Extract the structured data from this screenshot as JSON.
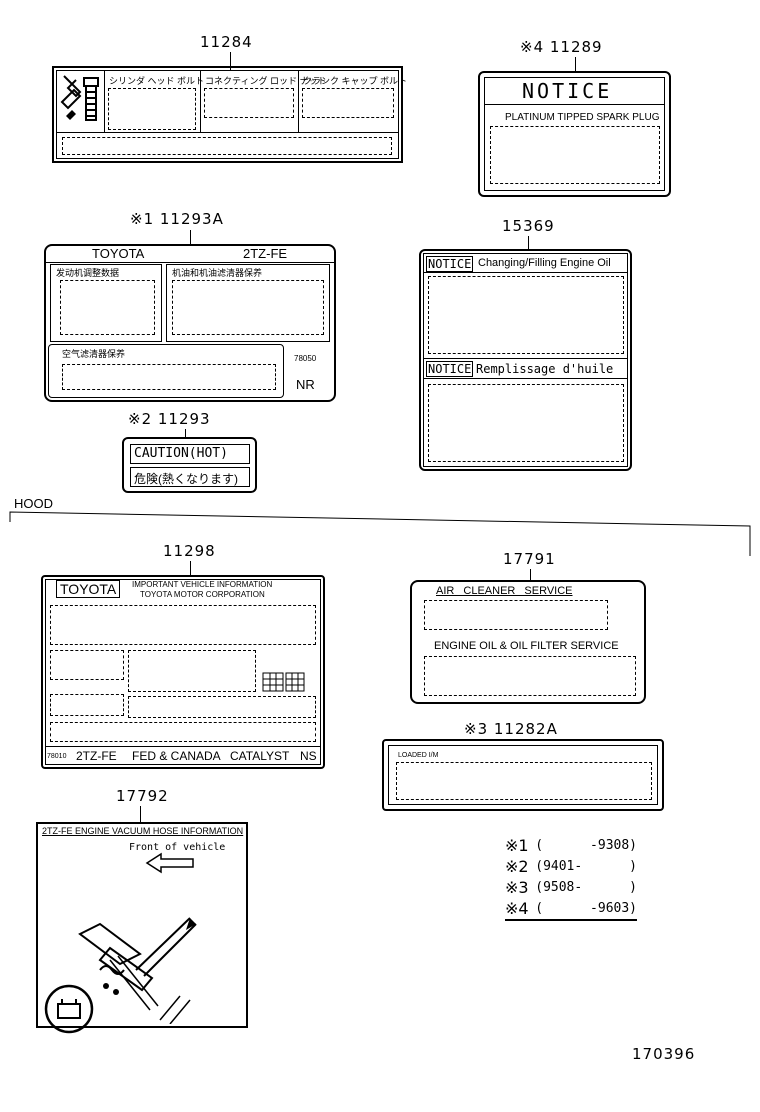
{
  "parts": {
    "p11284": "11284",
    "p11289": "※4 11289",
    "p11293A": "※1 11293A",
    "p11293": "※2 11293",
    "p15369": "15369",
    "p11298": "11298",
    "p17791": "17791",
    "p11282A": "※3 11282A",
    "p17792": "17792"
  },
  "label_11284": {
    "cells": [
      "シリンダ ヘッド ボルト",
      "コネクティング ロッド ナット",
      "クランク キャップ ボルト"
    ]
  },
  "label_11289": {
    "title": "NOTICE",
    "subtitle": "PLATINUM TIPPED SPARK PLUG"
  },
  "label_11293A": {
    "brand": "TOYOTA",
    "engine": "2TZ-FE",
    "cell1": "发动机调整数据",
    "cell2": "机油和机油滤清器保养",
    "cell3": "空气滤清器保养",
    "code": "78050",
    "mark": "NR"
  },
  "label_11293": {
    "line1": "CAUTION(HOT)",
    "line2": "危険(熱くなります)"
  },
  "label_15369": {
    "notice1": "NOTICE",
    "title1": "Changing/Filling Engine Oil",
    "notice2": "NOTICE",
    "title2": "Remplissage d'huile"
  },
  "section": "HOOD",
  "label_11298": {
    "brand": "TOYOTA",
    "head1": "IMPORTANT VEHICLE INFORMATION",
    "head2": "TOYOTA MOTOR CORPORATION",
    "code": "78010",
    "engine": "2TZ-FE",
    "market": "FED & CANADA",
    "cat": "CATALYST",
    "ns": "NS"
  },
  "label_17791": {
    "line1": "AIR CLEANER SERVICE",
    "line2": "ENGINE OIL & OIL FILTER SERVICE"
  },
  "label_11282A": {
    "text": "LOADED I/M"
  },
  "label_17792": {
    "title": "2TZ-FE ENGINE VACUUM HOSE INFORMATION",
    "front": "Front of vehicle"
  },
  "notes": [
    {
      "mark": "※1",
      "range": "(      -9308)"
    },
    {
      "mark": "※2",
      "range": "(9401-      )"
    },
    {
      "mark": "※3",
      "range": "(9508-      )"
    },
    {
      "mark": "※4",
      "range": "(      -9603)"
    }
  ],
  "diagram_no": "170396"
}
